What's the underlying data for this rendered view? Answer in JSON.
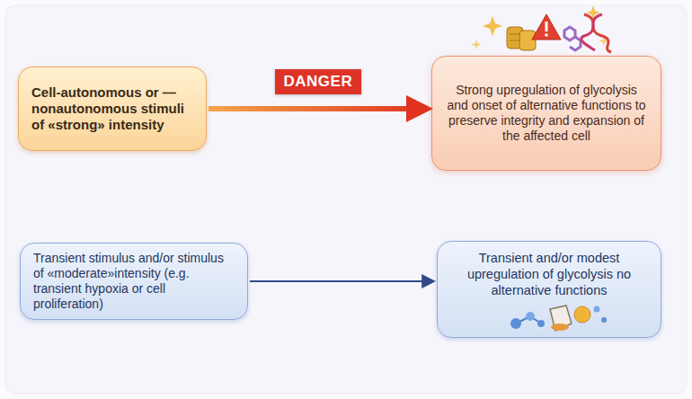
{
  "diagram": {
    "nodes": [
      {
        "text": [
          "Cell-autonomous or —nonautonomous stimuli of «strong» intensity"
        ]
      },
      {
        "text": [
          "Strong upregulation of glycolysis and onset of alternative functions to preserve integrity and expansion of the affected cell"
        ]
      },
      {
        "text": [
          "Transient stimulus and/or stimulus of «moderate»intensity (e.g. transient hypoxia or cell proliferation)"
        ]
      },
      {
        "text": [
          "Transient and/or modest upregulation of glycolysis no alternative functions"
        ]
      }
    ],
    "edges": [
      {
        "from": 0,
        "to": 1,
        "arrow": "to",
        "label": "DANGER"
      },
      {
        "from": 2,
        "to": 3,
        "arrow": "to"
      }
    ]
  }
}
